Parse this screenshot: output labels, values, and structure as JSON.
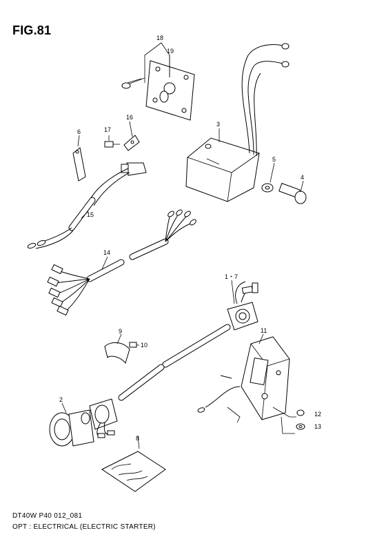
{
  "figure": {
    "title": "FIG.81",
    "code": "DT40W P40 012_081",
    "caption": "OPT : ELECTRICAL (ELECTRIC STARTER)"
  },
  "parts": {
    "p1_7": "1・7",
    "p2": "2",
    "p3": "3",
    "p4": "4",
    "p5": "5",
    "p6": "6",
    "p8": "8",
    "p9": "9",
    "p10": "10",
    "p11": "11",
    "p12": "12",
    "p13": "13",
    "p14": "14",
    "p15": "15",
    "p16": "16",
    "p17": "17",
    "p18": "18",
    "p19": "19"
  }
}
